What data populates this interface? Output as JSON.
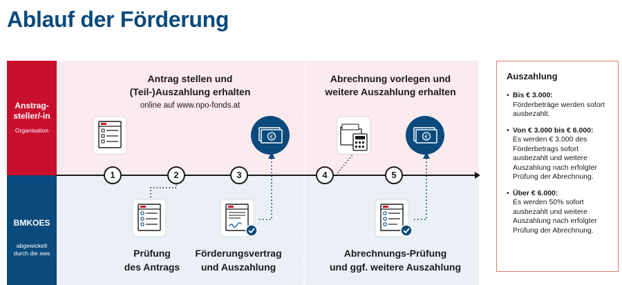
{
  "title": "Ablauf der Förderung",
  "lanes": {
    "top": {
      "name": "Anstrag-\nsteller/-in",
      "sub": "Organisation"
    },
    "bottom": {
      "name": "BMKOES",
      "sub": "abgewickelt\ndurch die aws"
    }
  },
  "phases": {
    "first": {
      "title": "Antrag stellen und\n(Teil-)Auszahlung erhalten",
      "sub": "online auf www.npo-fonds.at"
    },
    "second": {
      "title": "Abrechnung vorlegen und\nweitere Auszahlung erhalten"
    }
  },
  "steps": [
    "1",
    "2",
    "3",
    "4",
    "5"
  ],
  "bottom_labels": {
    "pruefung": "Prüfung\ndes Antrags",
    "vertrag": "Förderungsvertrag\nund Auszahlung",
    "abrechnung": "Abrechnungs-Prüfung\nund ggf. weitere Auszahlung"
  },
  "payout_box": {
    "title": "Auszahlung",
    "items": [
      {
        "head": "Bis € 3.000:",
        "text": "Förderbeträge werden sofort ausbezahlt."
      },
      {
        "head": "Von € 3.000 bis € 6.000:",
        "text": "Es werden € 3.000 des Förderbetrags sofort ausbezahlt und weitere Auszahlung nach erfolgter Prüfung der Abrechnung."
      },
      {
        "head": "Über € 6.000:",
        "text": "Es werden 50% sofort ausbezahlt und weitere Auszahlung nach erfolgter Prüfung der Abrechnung."
      }
    ],
    "bullet": "•"
  },
  "icons": {
    "form": "form-icon",
    "checklist": "checklist-icon",
    "contract": "signed-contract-icon",
    "money": "money-icon",
    "folder_calc": "folder-calculator-icon",
    "checklist_approved": "checklist-approved-icon"
  },
  "colors": {
    "brand_blue": "#0a4a7c",
    "brand_red": "#c8102e",
    "top_band": "#fbeaee",
    "bottom_band": "#eaf0f5",
    "box_border": "#e07a62"
  }
}
